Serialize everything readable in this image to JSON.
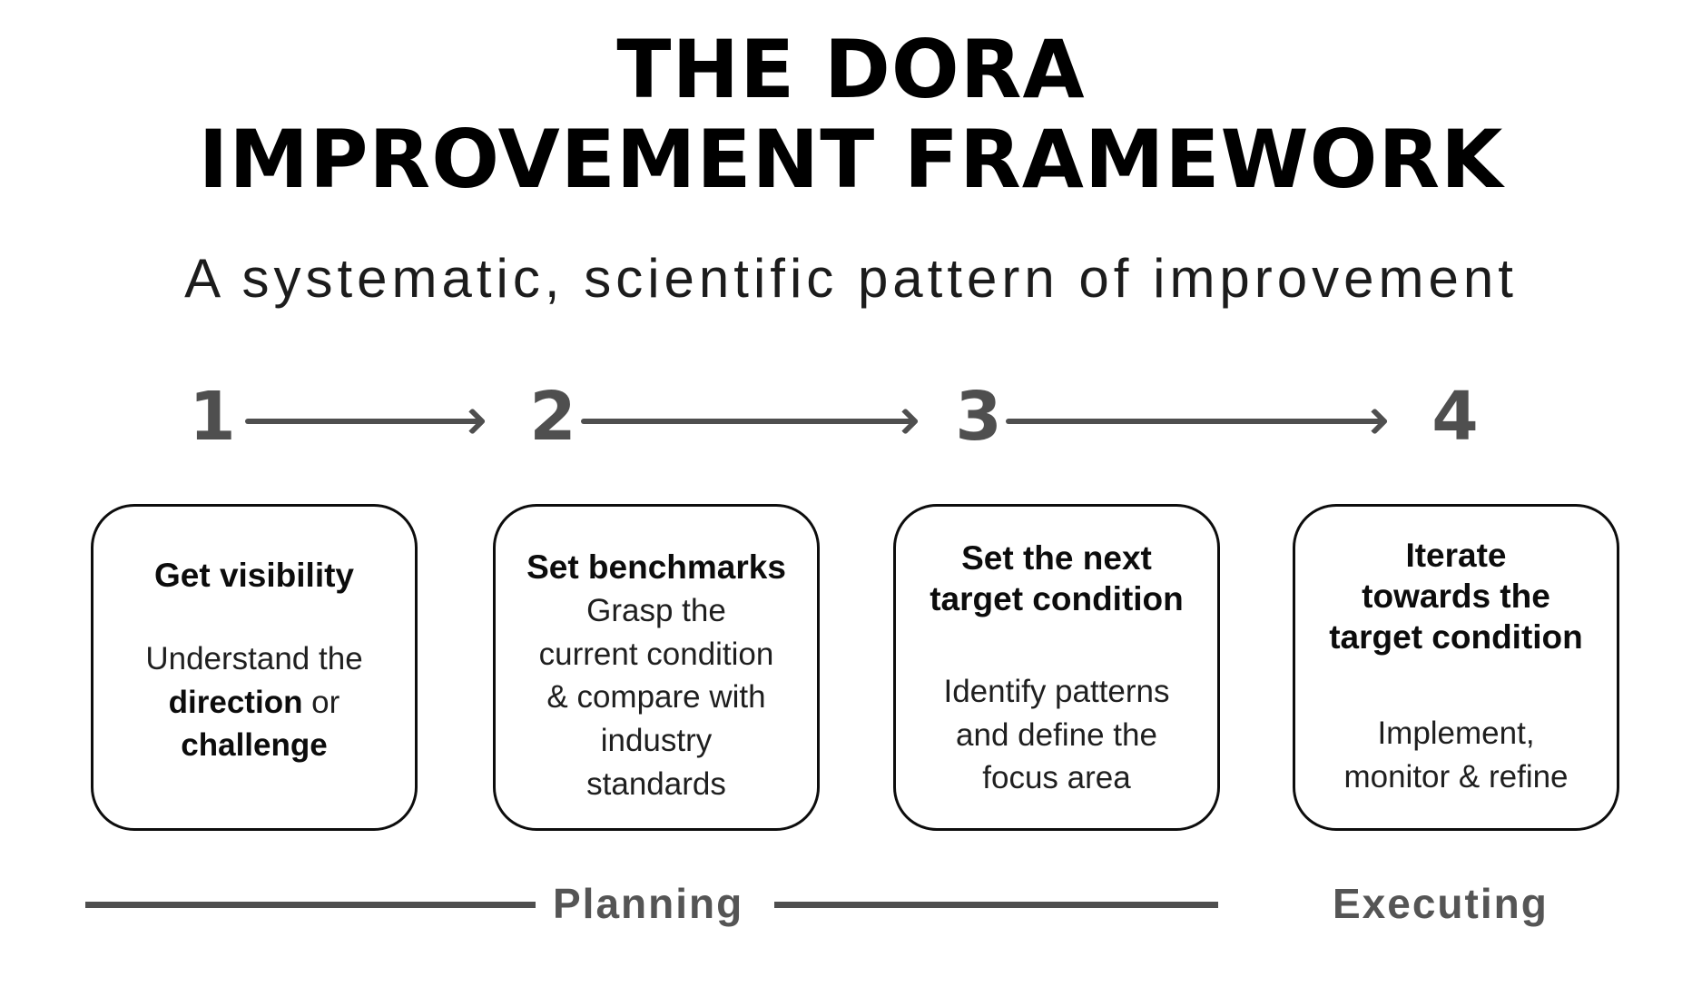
{
  "title": {
    "line1": "THE DORA",
    "line2": "IMPROVEMENT FRAMEWORK"
  },
  "subtitle": "A systematic, scientific pattern of improvement",
  "steps": [
    {
      "number": "1"
    },
    {
      "number": "2"
    },
    {
      "number": "3"
    },
    {
      "number": "4"
    }
  ],
  "boxes": [
    {
      "title_lines": [
        "Get visibility"
      ],
      "body_lines": [
        [
          {
            "text": "Understand the",
            "bold": false
          }
        ],
        [
          {
            "text": "direction",
            "bold": true
          },
          {
            "text": " or",
            "bold": false
          }
        ],
        [
          {
            "text": "challenge",
            "bold": true
          }
        ]
      ]
    },
    {
      "title_lines": [
        "Set benchmarks"
      ],
      "body_lines": [
        "Grasp the",
        "current condition",
        "& compare with",
        "industry",
        "standards"
      ]
    },
    {
      "title_lines": [
        "Set the next",
        "target condition"
      ],
      "body_lines": [
        "Identify patterns",
        "and define the",
        "focus area"
      ]
    },
    {
      "title_lines": [
        "Iterate",
        "towards the",
        "target condition"
      ],
      "body_lines": [
        "Implement,",
        "monitor & refine"
      ]
    }
  ],
  "phases": {
    "planning": "Planning",
    "executing": "Executing"
  },
  "colors": {
    "accent_gray": "#4f4f4f",
    "text_black": "#0c0c0c",
    "background": "#ffffff"
  }
}
